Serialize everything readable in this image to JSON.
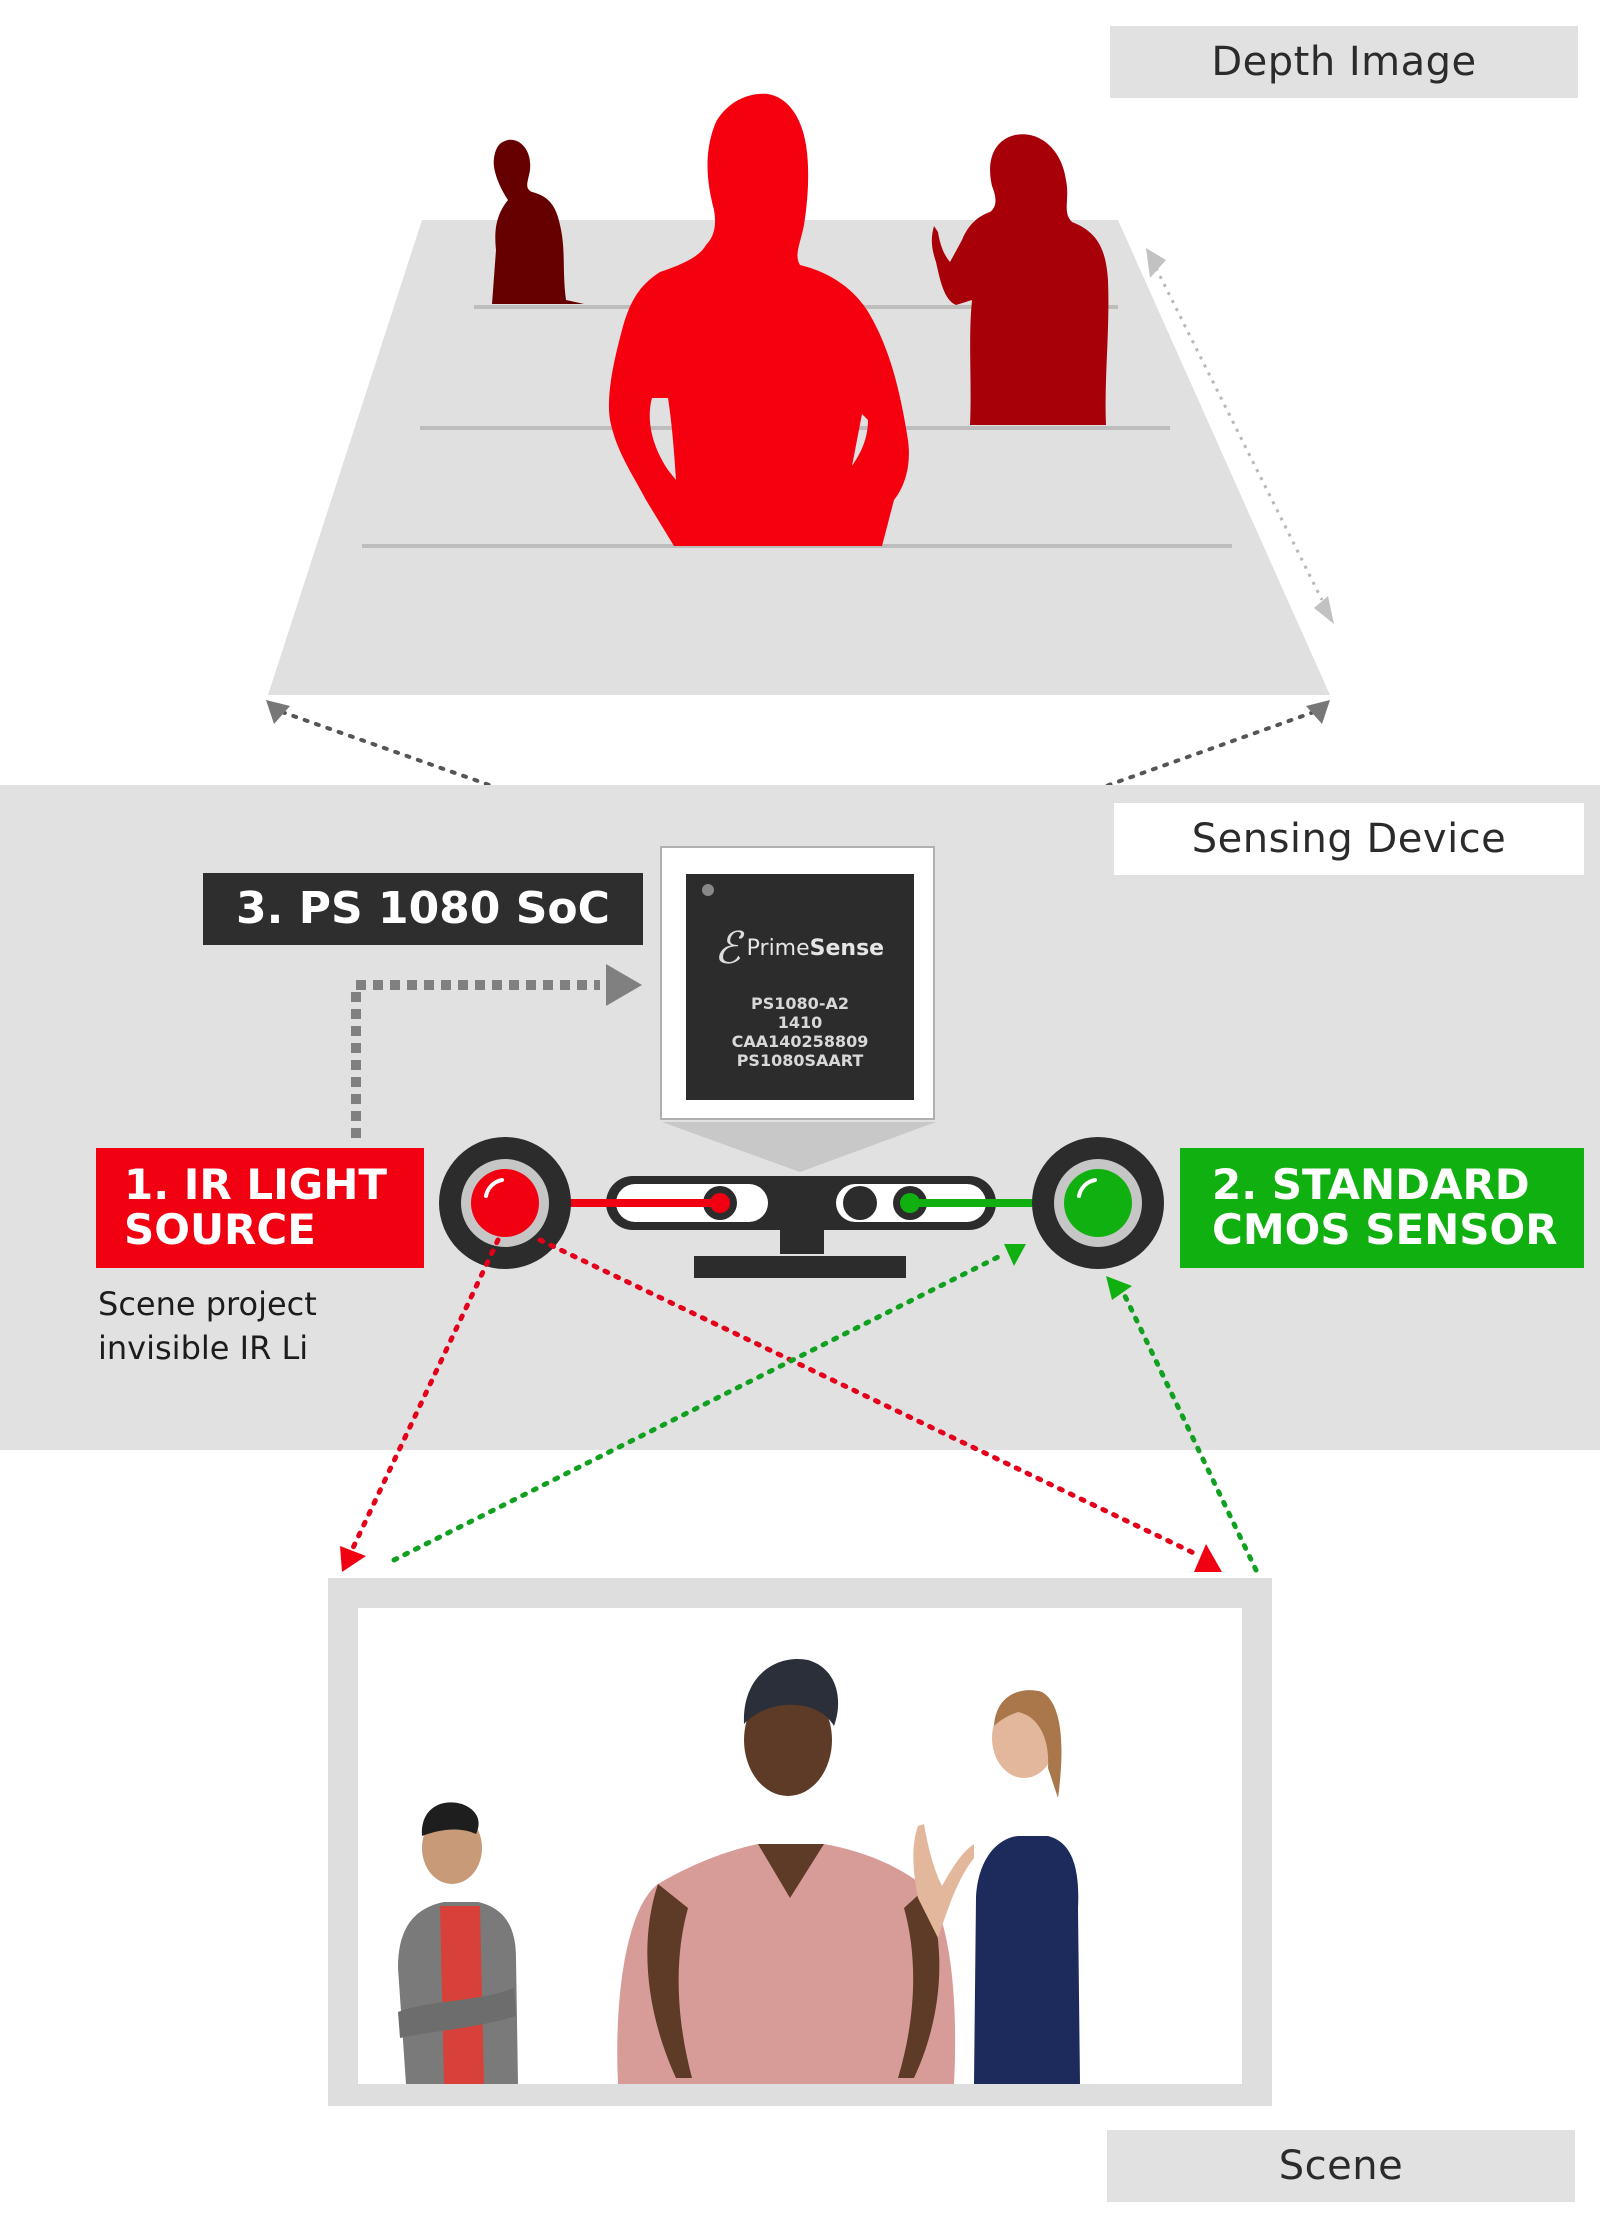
{
  "sections": {
    "depth_image": {
      "label": "Depth Image"
    },
    "sensing_device": {
      "label": "Sensing Device"
    },
    "scene": {
      "label": "Scene"
    }
  },
  "components": {
    "soc": {
      "label": "3. PS 1080 SoC",
      "color": "#2e2e2e"
    },
    "ir_source": {
      "label_line1": "1. IR LIGHT",
      "label_line2": "SOURCE",
      "description_line1": "Scene project",
      "description_line2": "invisible IR Li",
      "color": "#f00010"
    },
    "cmos": {
      "label_line1": "2. STANDARD",
      "label_line2": "CMOS SENSOR",
      "color": "#10b010"
    }
  },
  "chip": {
    "brand_prefix": "Prime",
    "brand_suffix": "Sense",
    "markings": [
      "PS1080-A2",
      "1410",
      "CAA140258809",
      "PS1080SAART"
    ]
  },
  "depth_image": {
    "silhouettes": [
      {
        "name": "far-left-person",
        "color": "#660000"
      },
      {
        "name": "near-center-person",
        "color": "#f5000e"
      },
      {
        "name": "mid-right-person",
        "color": "#a80008"
      }
    ],
    "floor_color": "#e0e0e0",
    "depth_lines": 3
  },
  "scene": {
    "people": [
      {
        "name": "man-grey-hoodie",
        "shirt": "#d7413a",
        "jacket": "#7a7a7a"
      },
      {
        "name": "woman-plaid-shirt",
        "shirt": "#d79b98"
      },
      {
        "name": "woman-navy-dress",
        "dress": "#1c2a5c"
      }
    ]
  },
  "colors": {
    "band": "#e1e1e1",
    "ir_red": "#f00010",
    "sensor_green": "#10b010",
    "dark": "#2c2c2c"
  }
}
